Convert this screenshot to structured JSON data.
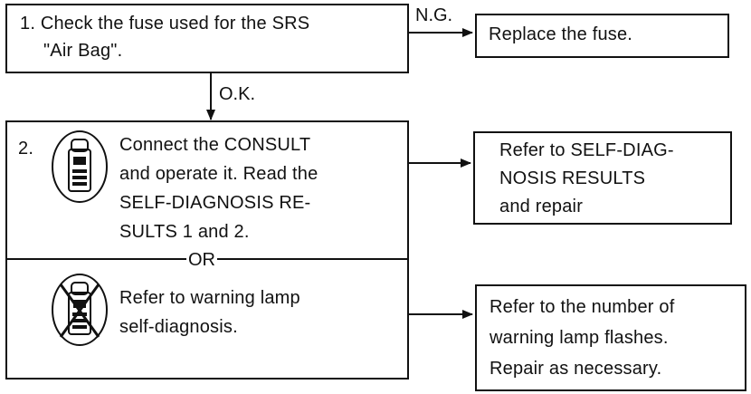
{
  "step1": {
    "line1": "1. Check the fuse used for the SRS",
    "line2": "\"Air Bag\"."
  },
  "ng_label": "N.G.",
  "ok_label": "O.K.",
  "replace_fuse": "Replace the fuse.",
  "step2": {
    "number": "2.",
    "consult_lines": [
      "Connect the CONSULT",
      "and operate it. Read the",
      "SELF-DIAGNOSIS RE-",
      "SULTS 1 and 2."
    ],
    "or_label": "OR",
    "warning_lines": [
      "Refer to warning lamp",
      "self-diagnosis."
    ]
  },
  "result_consult": [
    "Refer to SELF-DIAG-",
    "NOSIS RESULTS",
    "and repair"
  ],
  "result_warning": [
    "Refer to the number of",
    "warning lamp flashes.",
    "Repair as necessary."
  ],
  "icons": {
    "consult": "consult-tester-icon",
    "no_consult": "no-consult-tester-icon"
  }
}
